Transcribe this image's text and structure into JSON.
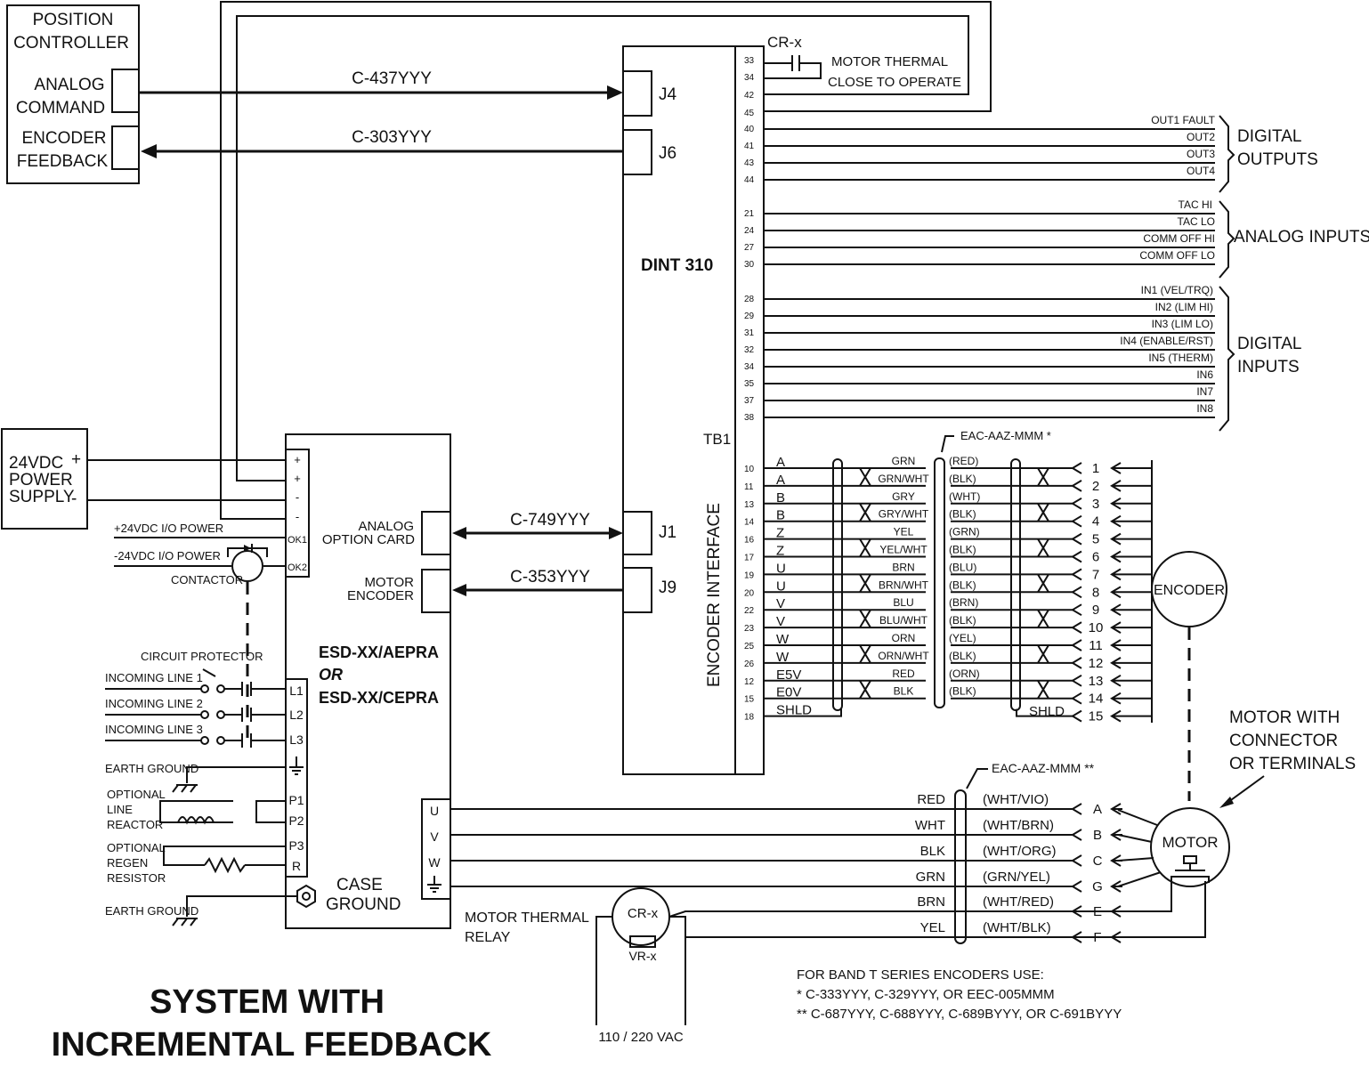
{
  "position_controller": {
    "line1": "POSITION",
    "line2": "CONTROLLER",
    "analog_1": "ANALOG",
    "analog_2": "COMMAND",
    "encoder_1": "ENCODER",
    "encoder_2": "FEEDBACK"
  },
  "cables": {
    "c437": "C-437YYY",
    "c303": "C-303YYY",
    "c749": "C-749YYY",
    "c353": "C-353YYY"
  },
  "dint": {
    "title": "DINT 310",
    "j4": "J4",
    "j6": "J6",
    "j1": "J1",
    "j9": "J9",
    "tb1": "TB1",
    "encoder_interface": "ENCODER INTERFACE"
  },
  "cr_relay": {
    "label": "CR-x",
    "thermal_1": "MOTOR THERMAL",
    "thermal_2": "CLOSE TO OPERATE"
  },
  "top_pins": [
    "33",
    "34",
    "42",
    "45"
  ],
  "digital_outputs": {
    "title_1": "DIGITAL",
    "title_2": "OUTPUTS",
    "pins": [
      "40",
      "41",
      "43",
      "44"
    ],
    "labels": [
      "OUT1 FAULT",
      "OUT2",
      "OUT3",
      "OUT4"
    ]
  },
  "analog_inputs": {
    "title": "ANALOG INPUTS",
    "pins": [
      "21",
      "24",
      "27",
      "30"
    ],
    "labels": [
      "TAC HI",
      "TAC LO",
      "COMM OFF HI",
      "COMM OFF LO"
    ]
  },
  "digital_inputs": {
    "title_1": "DIGITAL",
    "title_2": "INPUTS",
    "pins": [
      "28",
      "29",
      "31",
      "32",
      "34",
      "35",
      "37",
      "38"
    ],
    "labels": [
      "IN1 (VEL/TRQ)",
      "IN2 (LIM HI)",
      "IN3 (LIM LO)",
      "IN4 (ENABLE/RST)",
      "IN5 (THERM)",
      "IN6",
      "IN7",
      "IN8"
    ]
  },
  "encoder_cable": {
    "name": "EAC-AAZ-MMM *",
    "pins": [
      "10",
      "11",
      "13",
      "14",
      "16",
      "17",
      "19",
      "20",
      "22",
      "23",
      "25",
      "26",
      "12",
      "15",
      "18"
    ],
    "signals": [
      "A",
      "A",
      "B",
      "B",
      "Z",
      "Z",
      "U",
      "U",
      "V",
      "V",
      "W",
      "W",
      "E5V",
      "E0V",
      "SHLD"
    ],
    "colors": [
      "GRN",
      "GRN/WHT",
      "GRY",
      "GRY/WHT",
      "YEL",
      "YEL/WHT",
      "BRN",
      "BRN/WHT",
      "BLU",
      "BLU/WHT",
      "ORN",
      "ORN/WHT",
      "RED",
      "BLK"
    ],
    "alt_colors": [
      "(RED)",
      "(BLK)",
      "(WHT)",
      "(BLK)",
      "(GRN)",
      "(BLK)",
      "(BLU)",
      "(BLK)",
      "(BRN)",
      "(BLK)",
      "(YEL)",
      "(BLK)",
      "(ORN)",
      "(BLK)"
    ],
    "connector_pins": [
      "1",
      "2",
      "3",
      "4",
      "5",
      "6",
      "7",
      "8",
      "9",
      "10",
      "11",
      "12",
      "13",
      "14",
      "15"
    ],
    "shld_label": "SHLD"
  },
  "encoder_label": "ENCODER",
  "power_supply": {
    "line1": "24VDC",
    "line2": "POWER",
    "line3": "SUPPLY",
    "plus": "+",
    "minus": "-"
  },
  "esd": {
    "line1": "ESD-XX/AEPRA",
    "or": "OR",
    "line2": "ESD-XX/CEPRA",
    "analog_1": "ANALOG",
    "analog_2": "OPTION CARD",
    "motor_enc_1": "MOTOR",
    "motor_enc_2": "ENCODER",
    "case_1": "CASE",
    "case_2": "GROUND"
  },
  "esd_terms": {
    "top": [
      "+",
      "+",
      "-",
      "-",
      "OK1",
      "OK2"
    ],
    "mid": [
      "L1",
      "L2",
      "L3",
      "P1",
      "P2",
      "P3",
      "R"
    ],
    "out": [
      "U",
      "V",
      "W"
    ]
  },
  "left_labels": {
    "io_plus": "+24VDC I/O POWER",
    "io_minus": "-24VDC I/O POWER",
    "contactor": "CONTACTOR",
    "circuit_protector": "CIRCUIT PROTECTOR",
    "line1": "INCOMING LINE 1",
    "line2": "INCOMING LINE 2",
    "line3": "INCOMING LINE 3",
    "earth1": "EARTH GROUND",
    "reactor_1": "OPTIONAL",
    "reactor_2": "LINE",
    "reactor_3": "REACTOR",
    "regen_1": "OPTIONAL",
    "regen_2": "REGEN",
    "regen_3": "RESISTOR",
    "earth2": "EARTH GROUND"
  },
  "motor_cable": {
    "name": "EAC-AAZ-MMM **",
    "colors": [
      "RED",
      "WHT",
      "BLK",
      "GRN",
      "BRN",
      "YEL"
    ],
    "alt": [
      "(WHT/VIO)",
      "(WHT/BRN)",
      "(WHT/ORG)",
      "(GRN/YEL)",
      "(WHT/RED)",
      "(WHT/BLK)"
    ],
    "pins": [
      "A",
      "B",
      "C",
      "G",
      "E",
      "F"
    ]
  },
  "motor": {
    "label": "MOTOR",
    "desc_1": "MOTOR WITH",
    "desc_2": "CONNECTOR",
    "desc_3": "OR TERMINALS"
  },
  "thermal_relay": {
    "line1": "MOTOR  THERMAL",
    "line2": "RELAY",
    "cr": "CR-x",
    "vr": "VR-x",
    "supply": "110 / 220 VAC"
  },
  "notes": {
    "heading": "FOR BAND T SERIES ENCODERS USE:",
    "star1": "*  C-333YYY, C-329YYY, OR EEC-005MMM",
    "star2": "**  C-687YYY, C-688YYY, C-689BYYY, OR C-691BYYY"
  },
  "title": {
    "line1": "SYSTEM WITH",
    "line2": "INCREMENTAL FEEDBACK"
  }
}
